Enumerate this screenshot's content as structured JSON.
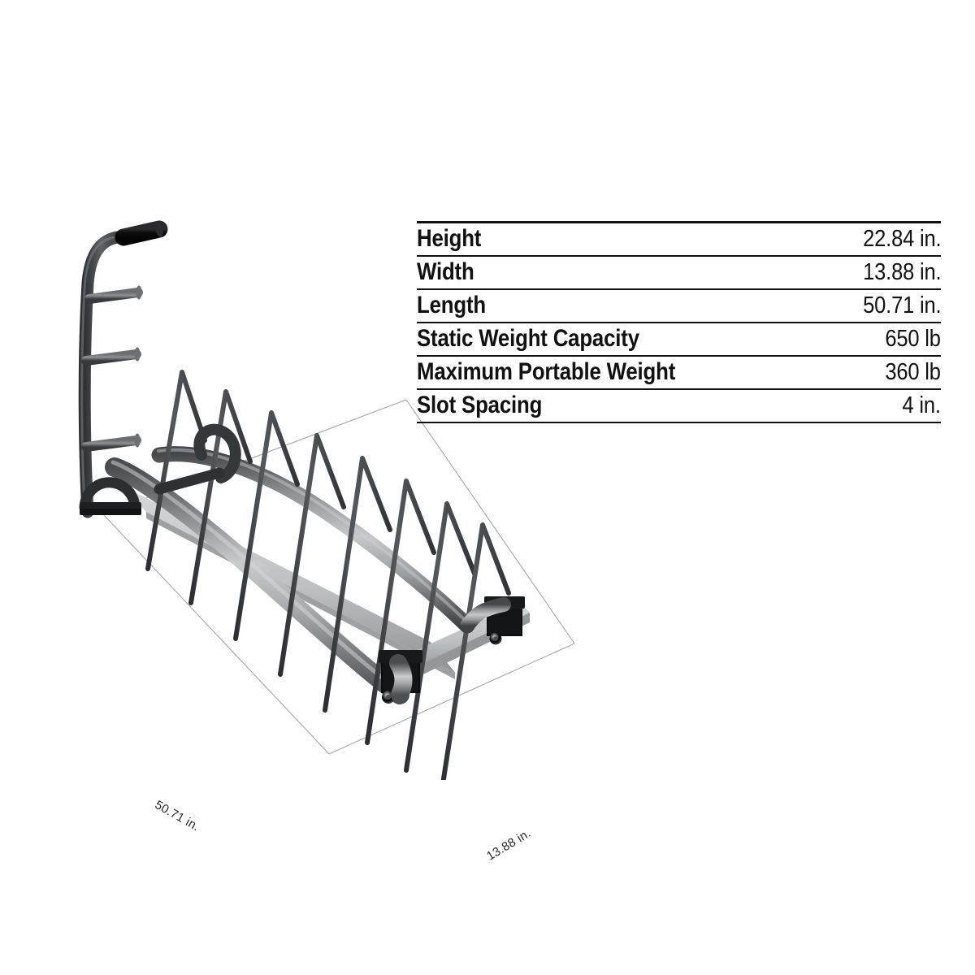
{
  "product": {
    "name": "Weight Plate Storage Rack",
    "view": "three-quarter isometric product render",
    "finish_colors": {
      "frame_dark": "#3b3d40",
      "frame_tube_light": "#b9bcbe",
      "base_plate": "#c3c6c8",
      "grip_black": "#141414",
      "wheel_bracket": "#171717",
      "dimension_line": "#9a9a9a"
    },
    "slot_count": 8,
    "peg_count": 3
  },
  "spec_table": {
    "rows": [
      {
        "label": "Height",
        "value": "22.84 in."
      },
      {
        "label": "Width",
        "value": "13.88 in."
      },
      {
        "label": "Length",
        "value": "50.71 in."
      },
      {
        "label": "Static Weight Capacity",
        "value": "650 lb"
      },
      {
        "label": "Maximum Portable Weight",
        "value": "360 lb"
      },
      {
        "label": "Slot Spacing",
        "value": "4 in."
      }
    ]
  },
  "dimension_callouts": {
    "length": "50.71 in.",
    "width": "13.88 in."
  }
}
